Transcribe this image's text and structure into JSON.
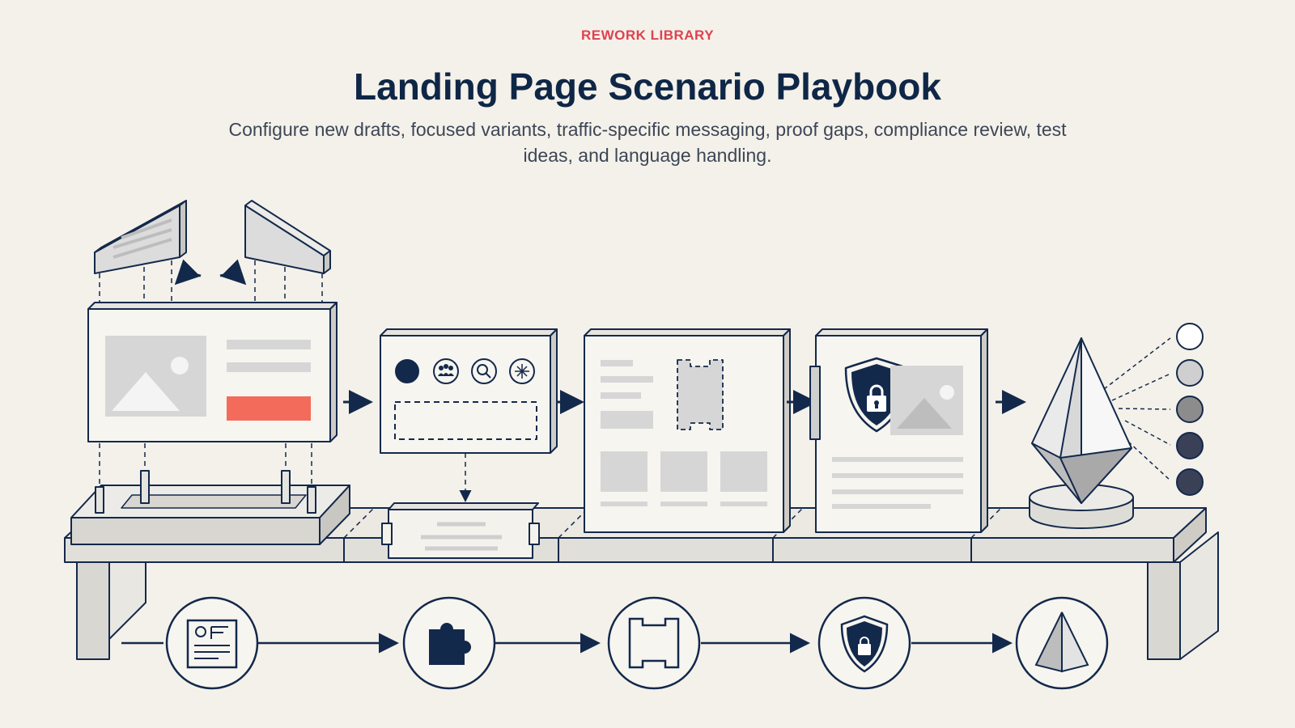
{
  "header": {
    "eyebrow": "REWORK LIBRARY",
    "title": "Landing Page Scenario Playbook",
    "subtitle": "Configure new drafts, focused variants, traffic-specific messaging, proof gaps, compliance review, test ideas, and language handling."
  },
  "colors": {
    "background": "#f4f1ea",
    "ink": "#13294b",
    "accent": "#e0414f",
    "cta": "#f26b5b",
    "panel": "#f7f5f0",
    "placeholder": "#d6d6d6"
  },
  "bottom_flow_icons": [
    "id-card-icon",
    "puzzle-piece-icon",
    "ticket-frame-icon",
    "shield-lock-icon",
    "pyramid-icon"
  ],
  "stage_icons": [
    "filled-dot-icon",
    "audience-icon",
    "search-icon",
    "sparkle-icon"
  ],
  "output_swatches": [
    "#ffffff",
    "#cfcfcf",
    "#8c8c8c",
    "#3a4156",
    "#3a4156"
  ]
}
